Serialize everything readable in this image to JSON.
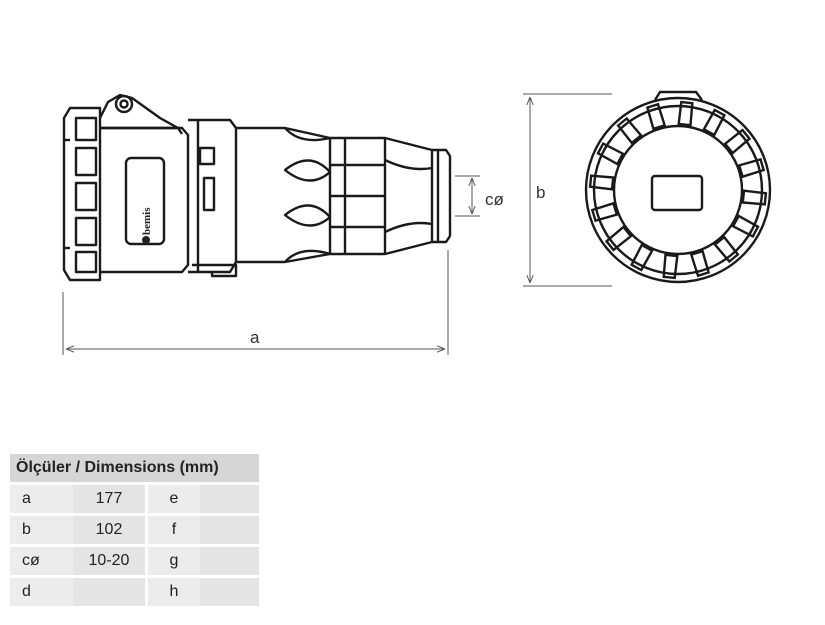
{
  "drawing": {
    "brand_text": "bemis",
    "dimension_labels": {
      "a": "a",
      "b": "b",
      "c": "cø"
    }
  },
  "table": {
    "title": "Ölçüler / Dimensions (mm)",
    "rows": [
      {
        "k1": "a",
        "v1": "177",
        "k2": "e",
        "v2": ""
      },
      {
        "k1": "b",
        "v1": "102",
        "k2": "f",
        "v2": ""
      },
      {
        "k1": "cø",
        "v1": "10-20",
        "k2": "g",
        "v2": ""
      },
      {
        "k1": "d",
        "v1": "",
        "k2": "h",
        "v2": ""
      }
    ]
  },
  "colors": {
    "line": "#1a1a1a",
    "dimension_line": "#555555",
    "table_header": "#d6d6d6",
    "table_cell": "#e4e4e4"
  }
}
